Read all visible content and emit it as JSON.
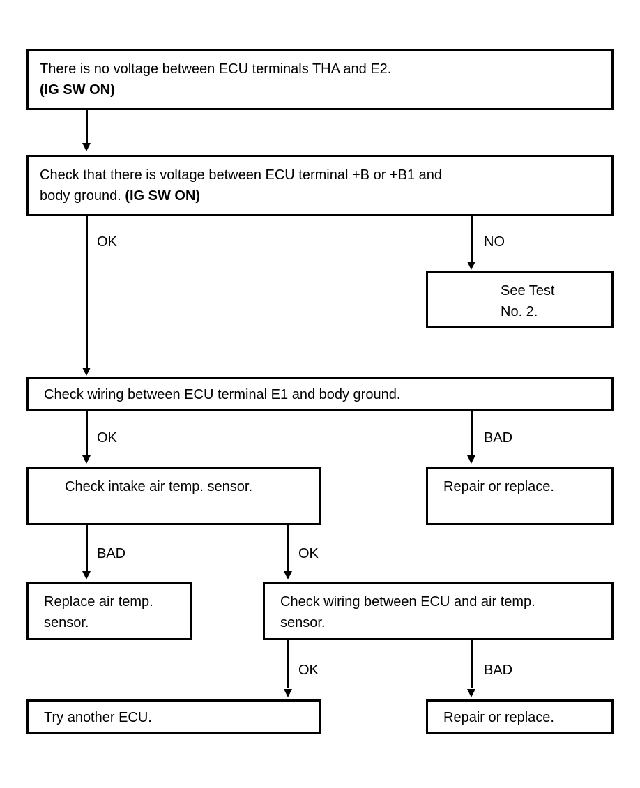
{
  "diagram": {
    "title": "ECU terminal THA and E2 no-voltage troubleshooting flowchart",
    "line_color": "#000000",
    "box_fill": "#ffffff",
    "nodes": [
      {
        "id": "n1",
        "line1": "There is no voltage between ECU terminals THA and E2.",
        "line2": "(IG SW ON)"
      },
      {
        "id": "n2",
        "line1": "Check that there is voltage between ECU terminal +B or +B1 and",
        "line2": "body ground. ",
        "line2b": "(IG SW ON)"
      },
      {
        "id": "n3",
        "line1": "See Test",
        "line2": "No. 2."
      },
      {
        "id": "n4",
        "line1": "Check wiring between ECU terminal E1 and body ground."
      },
      {
        "id": "n5",
        "line1": "Check intake air temp. sensor."
      },
      {
        "id": "n6",
        "line1": "Repair or replace."
      },
      {
        "id": "n7",
        "line1": "Replace air temp.",
        "line2": "sensor."
      },
      {
        "id": "n8",
        "line1": "Check wiring between ECU and air temp.",
        "line2": "sensor."
      },
      {
        "id": "n9",
        "line1": "Try another ECU."
      },
      {
        "id": "n10",
        "line1": "Repair or replace."
      }
    ],
    "edge_labels": {
      "e1": "OK",
      "e2": "NO",
      "e3": "OK",
      "e4": "BAD",
      "e5": "BAD",
      "e6": "OK",
      "e7": "OK",
      "e8": "BAD"
    }
  }
}
